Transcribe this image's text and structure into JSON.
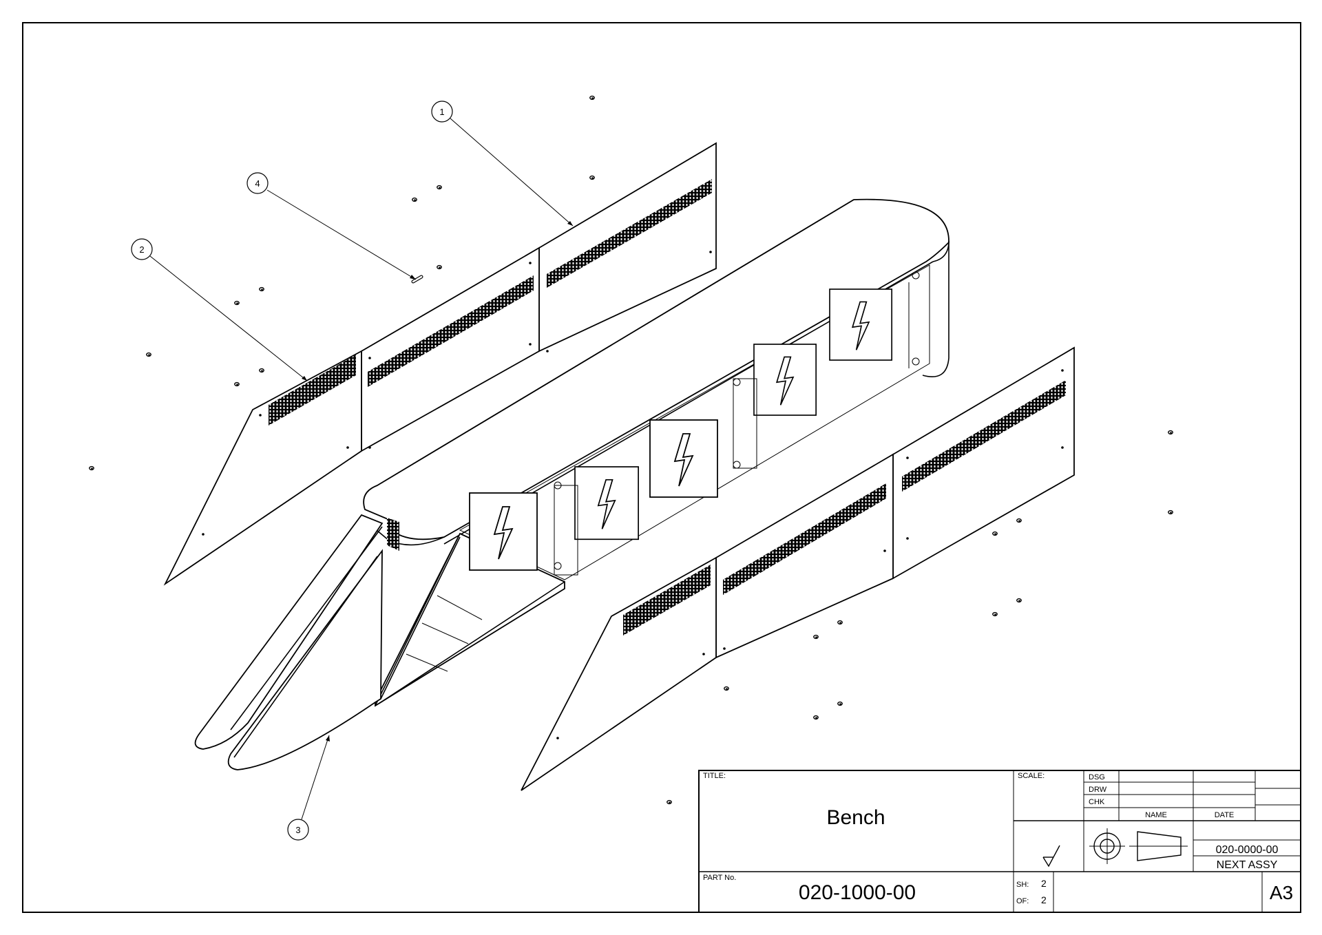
{
  "title_block": {
    "title_label": "TITLE:",
    "title": "Bench",
    "scale_label": "SCALE:",
    "roles": [
      "DSG",
      "DRW",
      "CHK"
    ],
    "name_header": "NAME",
    "date_header": "DATE",
    "next_assy_number": "020-0000-00",
    "next_assy_label": "NEXT ASSY",
    "part_no_label": "PART No.",
    "part_no": "020-1000-00",
    "sheet_label": "SH:",
    "sheet_value": "2",
    "of_label": "OF:",
    "of_value": "2",
    "size": "A3"
  },
  "balloons": [
    "1",
    "2",
    "3",
    "4"
  ],
  "symbols": {
    "surface_finish": "surface-finish-symbol",
    "projection": "first-angle-projection-symbol",
    "hazard": "high-voltage-warning-icon"
  }
}
